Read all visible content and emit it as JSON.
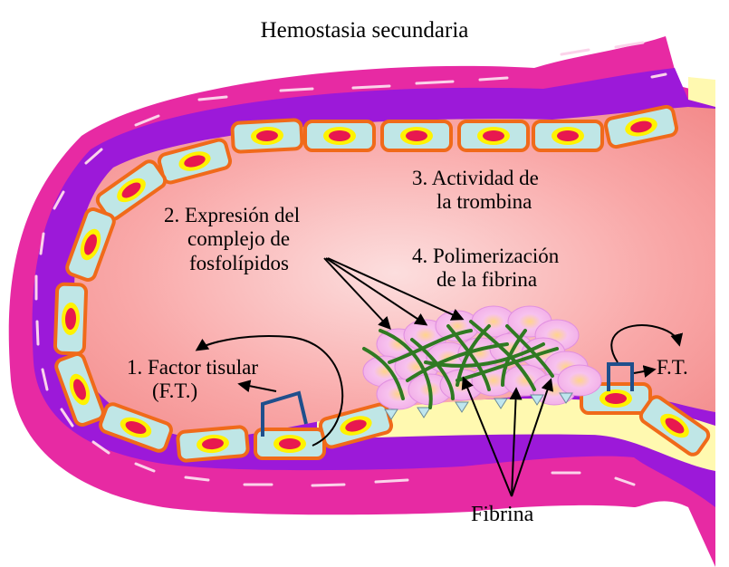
{
  "title": "Hemostasia secundaria",
  "labels": {
    "expresion": [
      "2. Expresión del",
      "complejo de",
      "fosfolípidos"
    ],
    "trombina": [
      "3. Actividad de",
      "la trombina"
    ],
    "polimerizacion": [
      "4. Polimerización",
      "de la fibrina"
    ],
    "factor_tisular": [
      "1. Factor tisular",
      "(F.T.)"
    ],
    "ft_right": "F.T.",
    "fibrina": "Fibrina"
  },
  "colors": {
    "lumen": "#f9a0a0",
    "endothelium_fill": "#bfe6e6",
    "endothelium_border": "#f06a1a",
    "nucleus": "#e8184f",
    "nucleus_halo": "#fff200",
    "basement_membrane": "#9c19d9",
    "media": "#e72aa3",
    "subendothelium": "#fff9b0",
    "fibrin": "#2f7a22",
    "platelet": "#f4b8f0",
    "tissue_factor": "#1f4f8c"
  }
}
